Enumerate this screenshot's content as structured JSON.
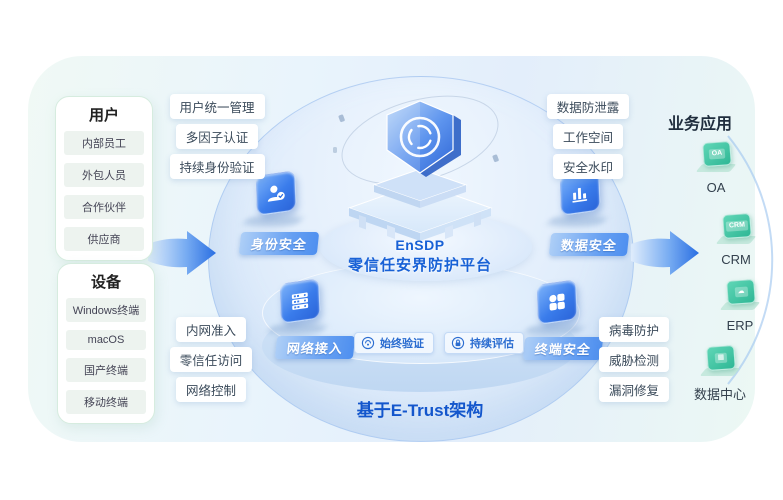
{
  "platform": {
    "name": "EnSDP",
    "subtitle": "零信任安界防护平台",
    "architecture_note": "基于E-Trust架构",
    "badges": [
      {
        "icon": "verify-icon",
        "label": "始终验证"
      },
      {
        "icon": "lock-icon",
        "label": "持续评估"
      }
    ]
  },
  "sources": {
    "users": {
      "title": "用户",
      "items": [
        "内部员工",
        "外包人员",
        "合作伙伴",
        "供应商"
      ]
    },
    "devices": {
      "title": "设备",
      "items": [
        "Windows终端",
        "macOS",
        "国产终端",
        "移动终端"
      ]
    }
  },
  "modules": {
    "identity": {
      "label": "身份安全",
      "icon": "user-check-icon",
      "features": [
        "用户统一管理",
        "多因子认证",
        "持续身份验证"
      ]
    },
    "data": {
      "label": "数据安全",
      "icon": "bar-chart-icon",
      "features": [
        "数据防泄露",
        "工作空间",
        "安全水印"
      ]
    },
    "network": {
      "label": "网络接入",
      "icon": "server-icon",
      "features": [
        "内网准入",
        "零信任访问",
        "网络控制"
      ]
    },
    "endpoint": {
      "label": "终端安全",
      "icon": "app-grid-icon",
      "features": [
        "病毒防护",
        "威胁检测",
        "漏洞修复"
      ]
    }
  },
  "destinations": {
    "title": "业务应用",
    "apps": [
      {
        "label": "OA",
        "tile_text": "OA"
      },
      {
        "label": "CRM",
        "tile_text": "CRM"
      },
      {
        "label": "ERP",
        "tile_text": "☁"
      },
      {
        "label": "数据中心",
        "tile_text": "▦"
      }
    ]
  },
  "colors": {
    "accent_blue": "#2a6fe2",
    "platform_text_blue": "#1861d6",
    "tile_blue_start": "#7db3fa",
    "tile_blue_end": "#2a63d8",
    "label_blue_start": "#aecff7",
    "label_blue_end": "#4e8fef",
    "app_green": "#3fc3a2",
    "panel_border_green": "#d6ecdf"
  }
}
